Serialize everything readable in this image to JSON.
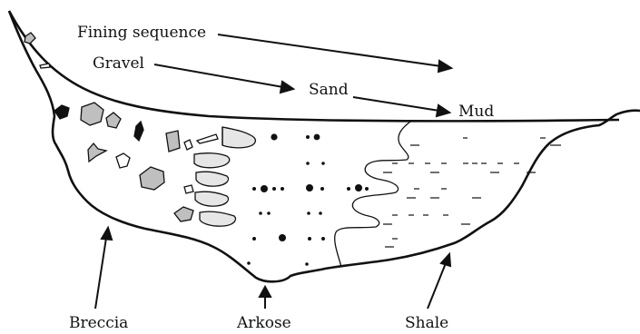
{
  "labels": {
    "fining_sequence": "Fining sequence",
    "gravel": "Gravel",
    "sand": "Sand",
    "mud": "Mud",
    "breccia": "Breccia",
    "arkose": "Arkose",
    "shale": "Shale"
  },
  "colors": {
    "outline": "#111111",
    "clast_fill": "#bfbfbf",
    "arkose_fill": "#e6e6e6",
    "background": "#ffffff"
  }
}
